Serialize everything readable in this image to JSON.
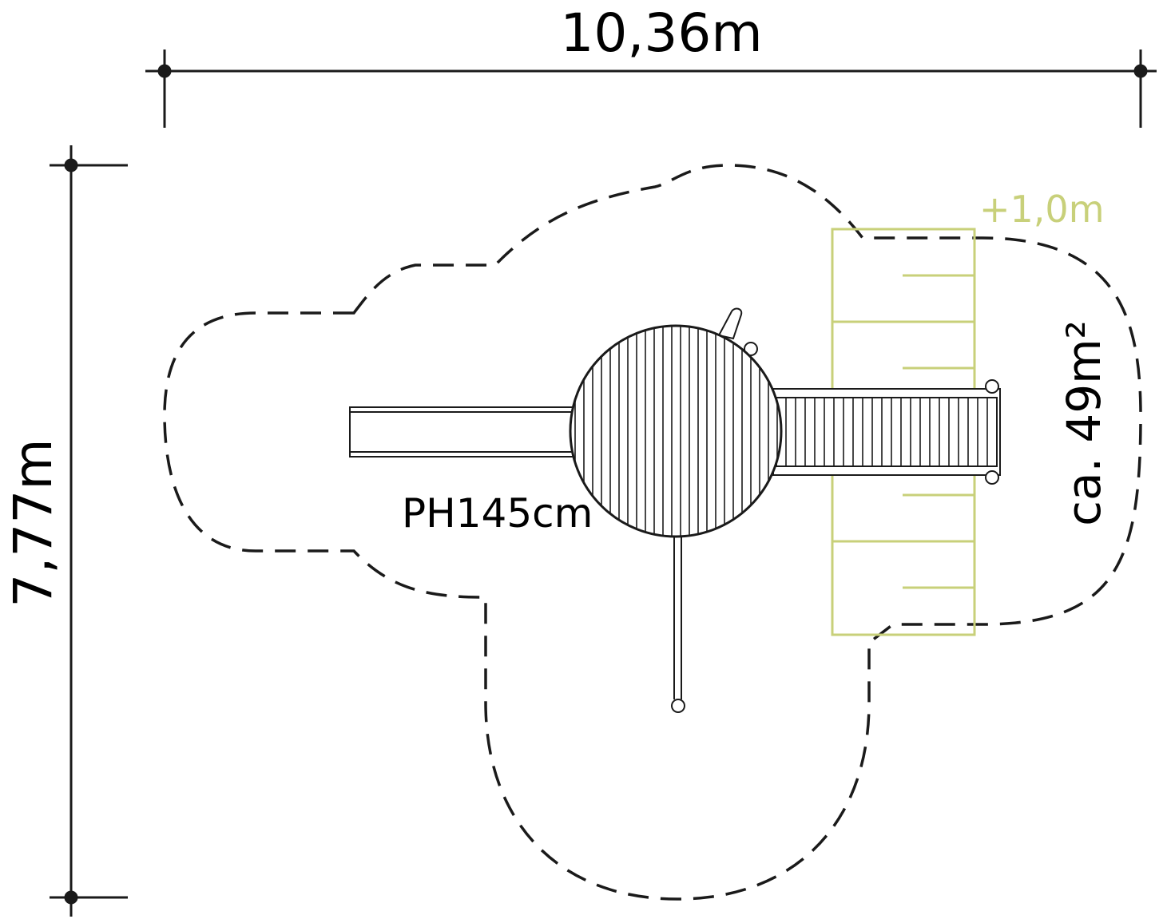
{
  "dimensions": {
    "width_label": "10,36m",
    "height_label": "7,77m"
  },
  "labels": {
    "platform_height": "PH145cm",
    "area": "ca. 49m²",
    "elevation": "+1,0m"
  },
  "colors": {
    "line": "#1a1a1a",
    "accent_green": "#c8d07a",
    "background": "#ffffff"
  }
}
